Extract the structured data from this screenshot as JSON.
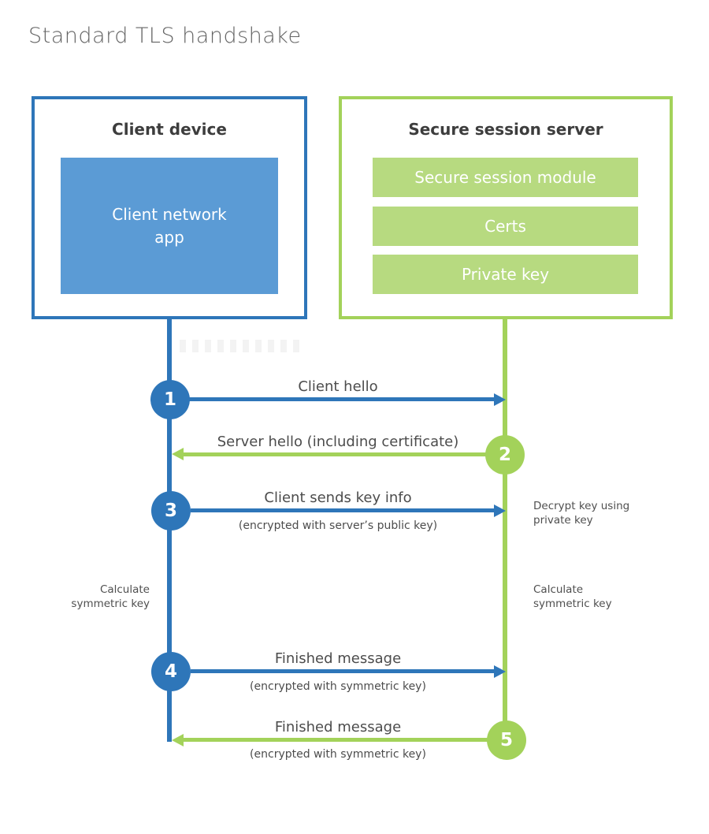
{
  "title": "Standard TLS handshake",
  "client": {
    "title": "Client device",
    "app": "Client network\napp"
  },
  "server": {
    "title": "Secure session server",
    "modules": [
      "Secure session module",
      "Certs",
      "Private key"
    ]
  },
  "steps": [
    {
      "num": "1",
      "label": "Client hello",
      "sublabel": ""
    },
    {
      "num": "2",
      "label": "Server hello (including certificate)",
      "sublabel": ""
    },
    {
      "num": "3",
      "label": "Client sends key info",
      "sublabel": "(encrypted with server’s public key)"
    },
    {
      "num": "4",
      "label": "Finished message",
      "sublabel": "(encrypted with symmetric key)"
    },
    {
      "num": "5",
      "label": "Finished message",
      "sublabel": "(encrypted with symmetric key)"
    }
  ],
  "notes": {
    "decrypt_key": "Decrypt key using\nprivate key",
    "calculate_left": "Calculate\nsymmetric key",
    "calculate_right": "Calculate\nsymmetric key"
  },
  "colors": {
    "blue": "#2e76b9",
    "blue_fill": "#5b9bd5",
    "green": "#a3d25a",
    "green_fill": "#b7da80",
    "text_dark": "#3d3d3d",
    "text_label": "#4c4c4c",
    "title_gray": "#646464"
  }
}
